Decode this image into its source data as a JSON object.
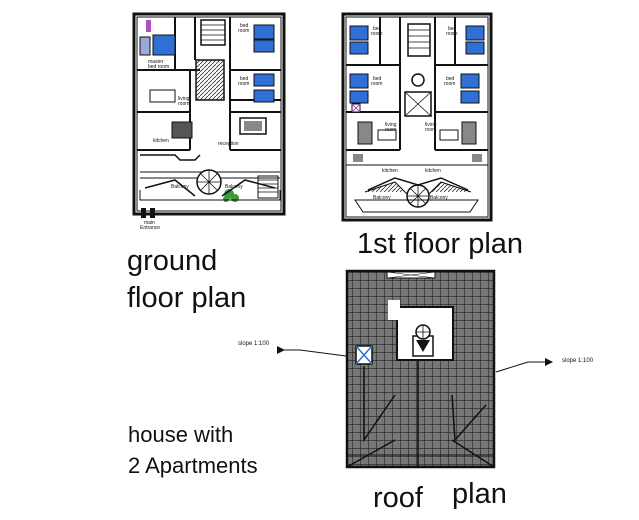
{
  "labels": {
    "ground_line1": "ground",
    "ground_line2": "floor plan",
    "first_floor": "1st  floor plan",
    "roof_word1": "roof",
    "roof_word2": "plan",
    "house_line1": "house with",
    "house_line2": "2 Apartments"
  },
  "ground_plan": {
    "rooms": {
      "master_bedroom": "master\nbed room",
      "bed_room_top": "bed\nroom",
      "bed_room_mid": "bed\nroom",
      "living_room": "living\nroom",
      "kitchen": "kitchen",
      "reception": "reception",
      "balcony_left": "Balcony",
      "balcony_right": "Balcony"
    },
    "entrance": "main\nEntrance"
  },
  "first_plan": {
    "rooms": {
      "bed_room_tl": "bed\nroom",
      "bed_room_tr": "bed\nroom",
      "bed_room_ml": "bed\nroom",
      "bed_room_mr": "bed\nroom",
      "living_left": "living\nroom",
      "living_right": "living\nroom",
      "kitchen_left": "kitchen",
      "kitchen_right": "kitchen",
      "balcony_left": "Balcony",
      "balcony_right": "Balcony"
    }
  },
  "roof_plan": {
    "slope_left": "slope 1:100",
    "slope_right": "slope 1:100"
  },
  "colors": {
    "line": "#111111",
    "bed": "#2f6fd6",
    "plant": "#3c9a3c",
    "accent": "#b050c0"
  }
}
